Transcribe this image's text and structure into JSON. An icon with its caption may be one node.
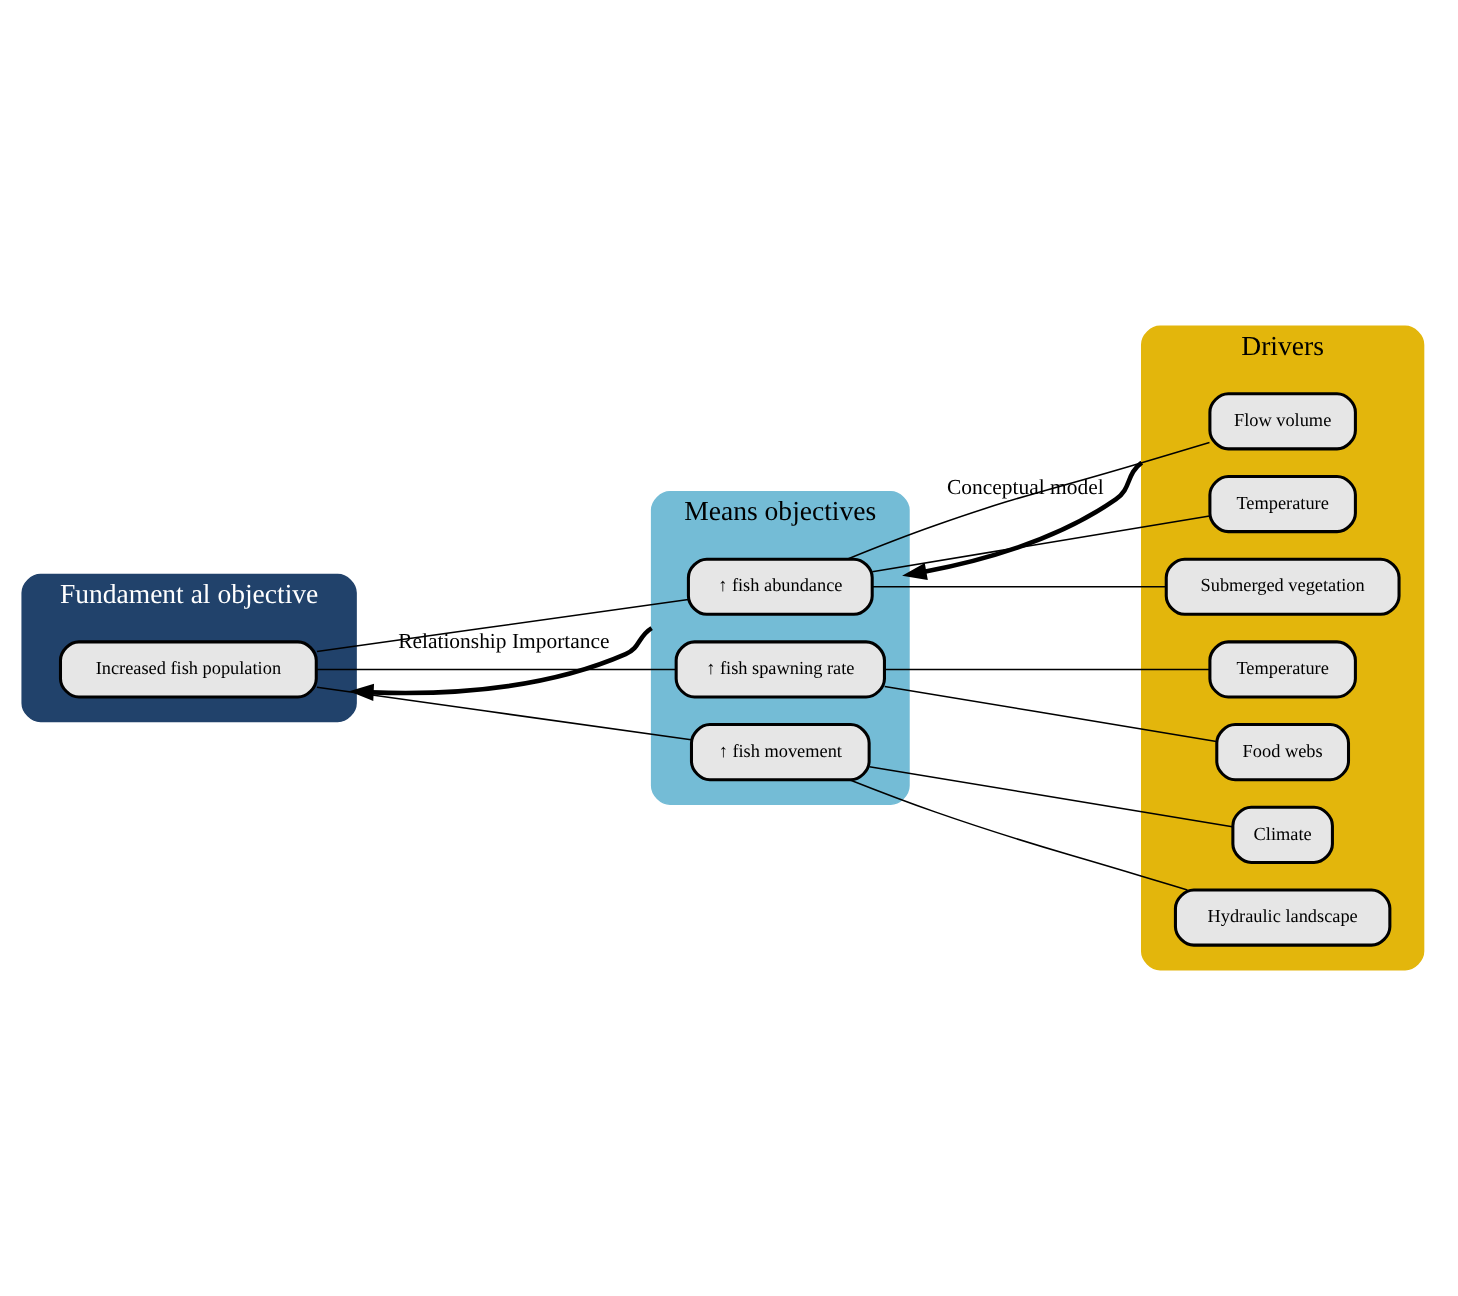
{
  "diagram": {
    "nodes": [
      {
        "text": [
          "Fundament al objective"
        ]
      },
      {
        "text": [
          "Increased fish population"
        ],
        "in": 0
      },
      {
        "text": [
          "Means objectives"
        ]
      },
      {
        "text": [
          "↑ fish abundance"
        ],
        "in": 2
      },
      {
        "text": [
          "↑ fish spawning rate"
        ],
        "in": 2
      },
      {
        "text": [
          "↑ fish movement"
        ],
        "in": 2
      },
      {
        "text": [
          "Drivers"
        ]
      },
      {
        "text": [
          "Flow volume"
        ],
        "in": 6
      },
      {
        "text": [
          "Temperature"
        ],
        "in": 6
      },
      {
        "text": [
          "Submerged vegetation"
        ],
        "in": 6
      },
      {
        "text": [
          "Temperature"
        ],
        "in": 6
      },
      {
        "text": [
          "Food webs"
        ],
        "in": 6
      },
      {
        "text": [
          "Climate"
        ],
        "in": 6
      },
      {
        "text": [
          "Hydraulic landscape"
        ],
        "in": 6
      }
    ],
    "edges": [
      {
        "from": 2,
        "to": 0,
        "arrow": "to",
        "label": "Relationship Importance",
        "style": "thick"
      },
      {
        "from": 6,
        "to": 2,
        "arrow": "to",
        "label": "Conceptual model",
        "style": "thick"
      },
      {
        "from": 1,
        "to": 3,
        "arrow": "none"
      },
      {
        "from": 1,
        "to": 4,
        "arrow": "none"
      },
      {
        "from": 1,
        "to": 5,
        "arrow": "none"
      },
      {
        "from": 3,
        "to": 7,
        "arrow": "none"
      },
      {
        "from": 3,
        "to": 8,
        "arrow": "none"
      },
      {
        "from": 3,
        "to": 9,
        "arrow": "none"
      },
      {
        "from": 4,
        "to": 10,
        "arrow": "none"
      },
      {
        "from": 4,
        "to": 11,
        "arrow": "none"
      },
      {
        "from": 5,
        "to": 12,
        "arrow": "none"
      },
      {
        "from": 5,
        "to": 13,
        "arrow": "none"
      }
    ]
  }
}
